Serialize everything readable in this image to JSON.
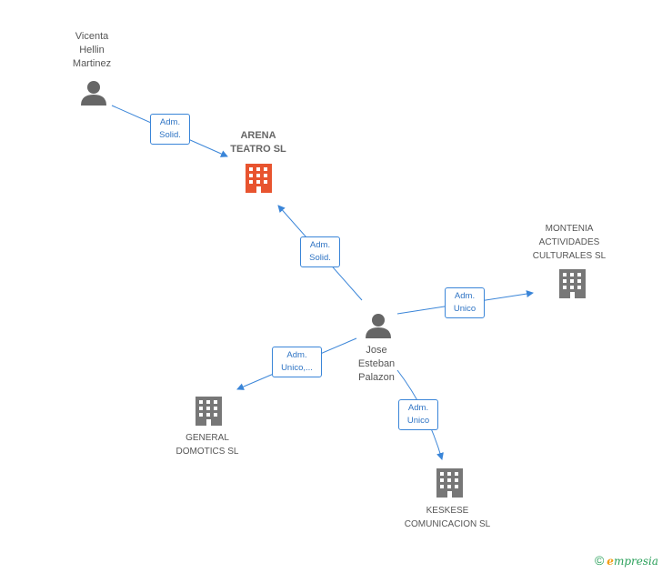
{
  "nodes": {
    "vicenta": {
      "name_l1": "Vicenta",
      "name_l2": "Hellin",
      "name_l3": "Martinez"
    },
    "arena": {
      "name_l1": "ARENA",
      "name_l2": "TEATRO SL",
      "color": "#e8542f"
    },
    "jose": {
      "name_l1": "Jose",
      "name_l2": "Esteban",
      "name_l3": "Palazon"
    },
    "montenia": {
      "name_l1": "MONTENIA",
      "name_l2": "ACTIVIDADES",
      "name_l3": "CULTURALES SL"
    },
    "general": {
      "name_l1": "GENERAL",
      "name_l2": "DOMOTICS SL"
    },
    "keskese": {
      "name_l1": "KESKESE",
      "name_l2": "COMUNICACION SL"
    }
  },
  "relations": {
    "vicenta_arena": {
      "l1": "Adm.",
      "l2": "Solid."
    },
    "jose_arena": {
      "l1": "Adm.",
      "l2": "Solid."
    },
    "jose_montenia": {
      "l1": "Adm.",
      "l2": "Unico"
    },
    "jose_general": {
      "l1": "Adm.",
      "l2": "Unico,..."
    },
    "jose_keskese": {
      "l1": "Adm.",
      "l2": "Unico"
    }
  },
  "colors": {
    "edge": "#3a85d8",
    "company": "#777777",
    "person": "#666666",
    "focus": "#e8542f"
  },
  "footer": {
    "copyright": "©",
    "brand_e": "e",
    "brand_rest": "mpresia"
  }
}
